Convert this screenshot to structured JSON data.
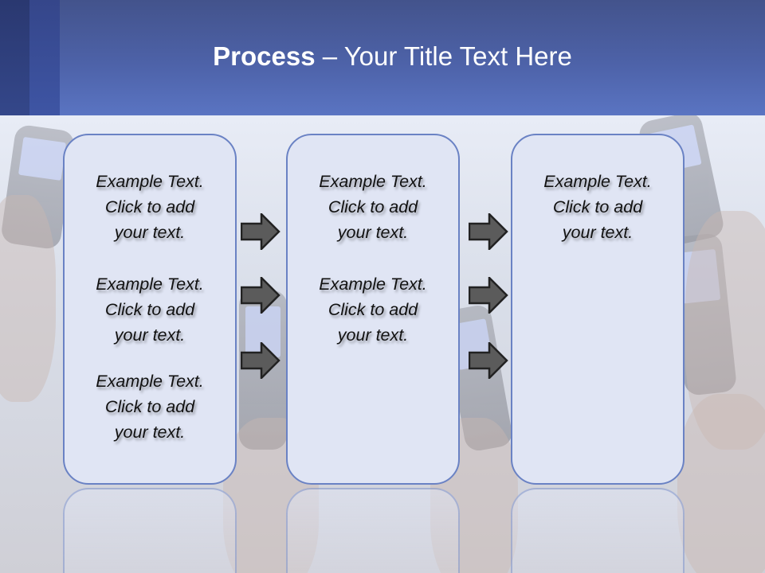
{
  "slide": {
    "title_bold": "Process",
    "title_rest": " – Your Title Text Here"
  },
  "columns": [
    {
      "blocks": [
        {
          "line1": "Example Text.",
          "line2": "Click  to add",
          "line3": "your text."
        },
        {
          "line1": "Example Text.",
          "line2": "Click  to add",
          "line3": "your text."
        },
        {
          "line1": "Example Text.",
          "line2": "Click  to add",
          "line3": "your text."
        }
      ]
    },
    {
      "blocks": [
        {
          "line1": "Example Text.",
          "line2": "Click  to add",
          "line3": "your text."
        },
        {
          "line1": "Example Text.",
          "line2": "Click  to add",
          "line3": "your text."
        }
      ]
    },
    {
      "blocks": [
        {
          "line1": "Example Text.",
          "line2": "Click  to add",
          "line3": "your text."
        }
      ]
    }
  ],
  "arrows": {
    "icon": "right-arrow-icon",
    "count_per_gap": 3,
    "fill": "#5b5b5b",
    "stroke": "#222222"
  },
  "colors": {
    "header_top": "#43538c",
    "header_bottom": "#5a74c2",
    "box_fill": "#e0e5f4",
    "box_border": "#6a82c4"
  }
}
